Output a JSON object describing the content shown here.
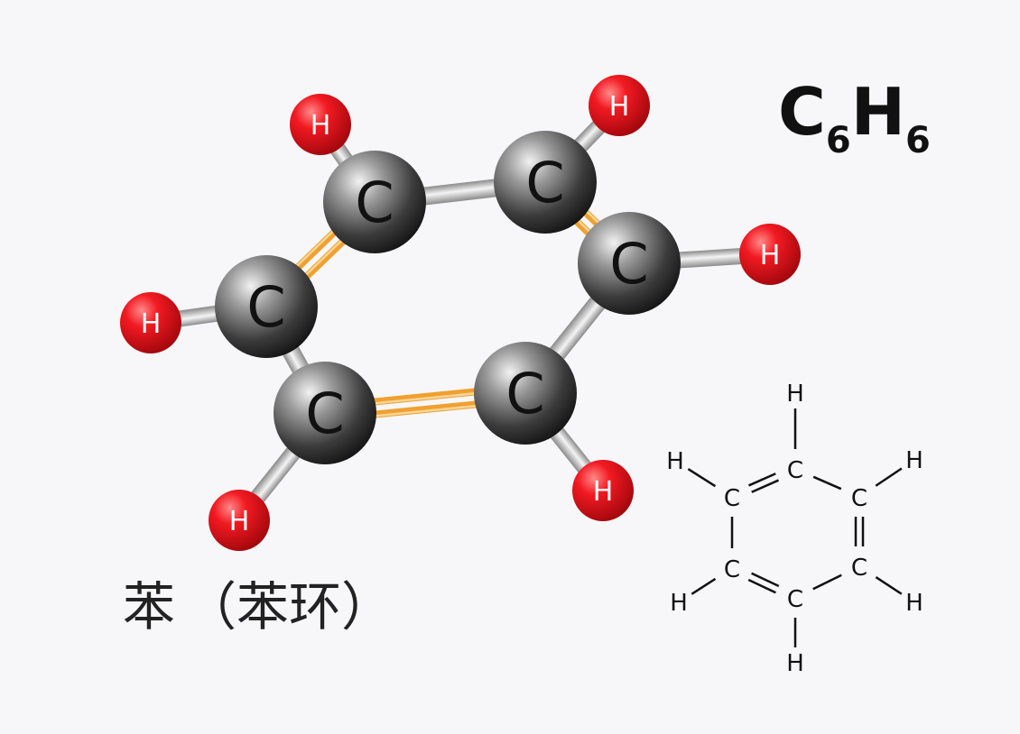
{
  "formula": {
    "element1": "C",
    "count1": "6",
    "element2": "H",
    "count2": "6"
  },
  "caption": {
    "name": "苯",
    "alt_name": "（苯环）"
  },
  "model": {
    "carbon_label": "C",
    "hydrogen_label": "H"
  },
  "colors": {
    "carbon": "#3a3a3a",
    "hydrogen": "#e0141c",
    "double_bond": "#f0a030",
    "single_bond": "#cfcfcf"
  },
  "skeletal": {
    "carbon_label": "C",
    "hydrogen_label": "H"
  }
}
